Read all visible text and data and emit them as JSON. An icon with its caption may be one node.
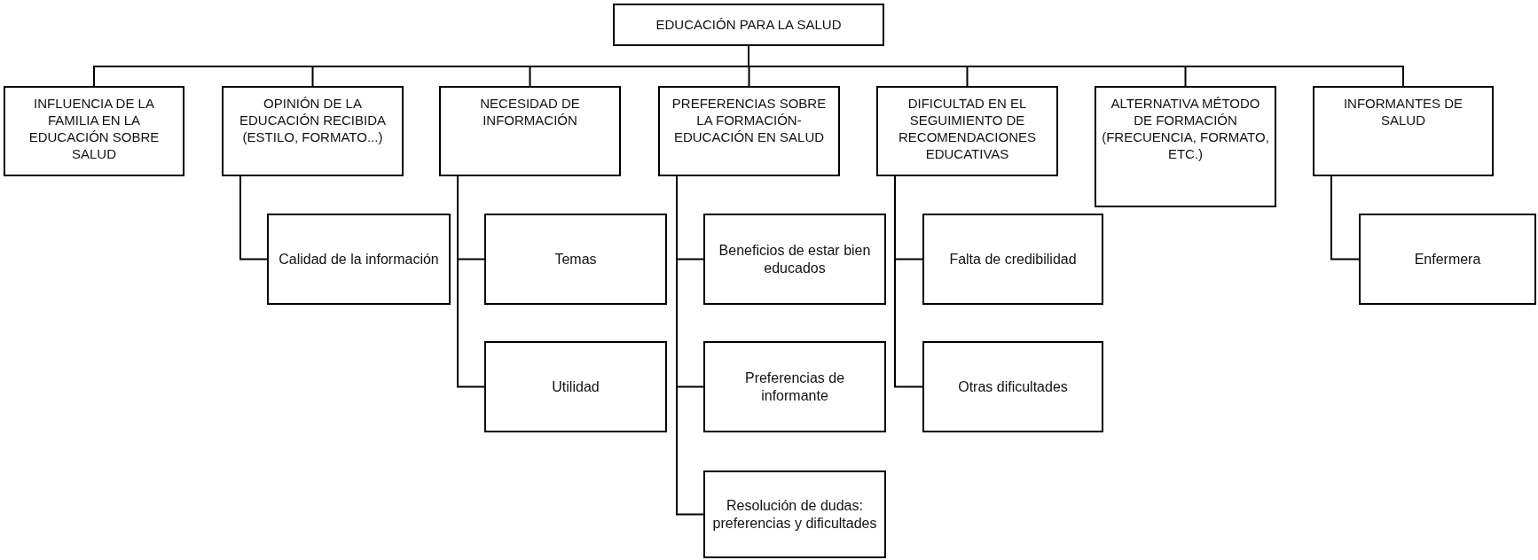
{
  "diagram": {
    "nodes": [
      {
        "text": [
          "EDUCACIÓN PARA LA SALUD"
        ]
      },
      {
        "text": [
          "INFLUENCIA DE LA FAMILIA EN LA EDUCACIÓN SOBRE SALUD"
        ]
      },
      {
        "text": [
          "OPINIÓN DE LA EDUCACIÓN RECIBIDA (ESTILO, FORMATO...)"
        ]
      },
      {
        "text": [
          "NECESIDAD DE INFORMACIÓN"
        ]
      },
      {
        "text": [
          "PREFERENCIAS SOBRE LA FORMACIÓN-EDUCACIÓN EN SALUD"
        ]
      },
      {
        "text": [
          "DIFICULTAD EN EL SEGUIMIENTO DE RECOMENDACIONES EDUCATIVAS"
        ]
      },
      {
        "text": [
          "ALTERNATIVA MÉTODO DE FORMACIÓN (FRECUENCIA, FORMATO, ETC.)"
        ]
      },
      {
        "text": [
          "INFORMANTES DE SALUD"
        ]
      },
      {
        "text": [
          "Calidad de la información"
        ]
      },
      {
        "text": [
          "Temas"
        ]
      },
      {
        "text": [
          "Utilidad"
        ]
      },
      {
        "text": [
          "Beneficios de estar bien educados"
        ]
      },
      {
        "text": [
          "Preferencias de informante"
        ]
      },
      {
        "text": [
          "Resolución de dudas: preferencias y dificultades"
        ]
      },
      {
        "text": [
          "Falta de credibilidad"
        ]
      },
      {
        "text": [
          "Otras dificultades"
        ]
      },
      {
        "text": [
          "Enfermera"
        ]
      }
    ],
    "edges": [
      {
        "from": 0,
        "to": 1,
        "arrow": "none"
      },
      {
        "from": 0,
        "to": 2,
        "arrow": "none"
      },
      {
        "from": 0,
        "to": 3,
        "arrow": "none"
      },
      {
        "from": 0,
        "to": 4,
        "arrow": "none"
      },
      {
        "from": 0,
        "to": 5,
        "arrow": "none"
      },
      {
        "from": 0,
        "to": 6,
        "arrow": "none"
      },
      {
        "from": 0,
        "to": 7,
        "arrow": "none"
      },
      {
        "from": 2,
        "to": 8,
        "arrow": "none"
      },
      {
        "from": 3,
        "to": 9,
        "arrow": "none"
      },
      {
        "from": 3,
        "to": 10,
        "arrow": "none"
      },
      {
        "from": 4,
        "to": 11,
        "arrow": "none"
      },
      {
        "from": 4,
        "to": 12,
        "arrow": "none"
      },
      {
        "from": 4,
        "to": 13,
        "arrow": "none"
      },
      {
        "from": 5,
        "to": 14,
        "arrow": "none"
      },
      {
        "from": 5,
        "to": 15,
        "arrow": "none"
      },
      {
        "from": 7,
        "to": 16,
        "arrow": "none"
      }
    ]
  }
}
